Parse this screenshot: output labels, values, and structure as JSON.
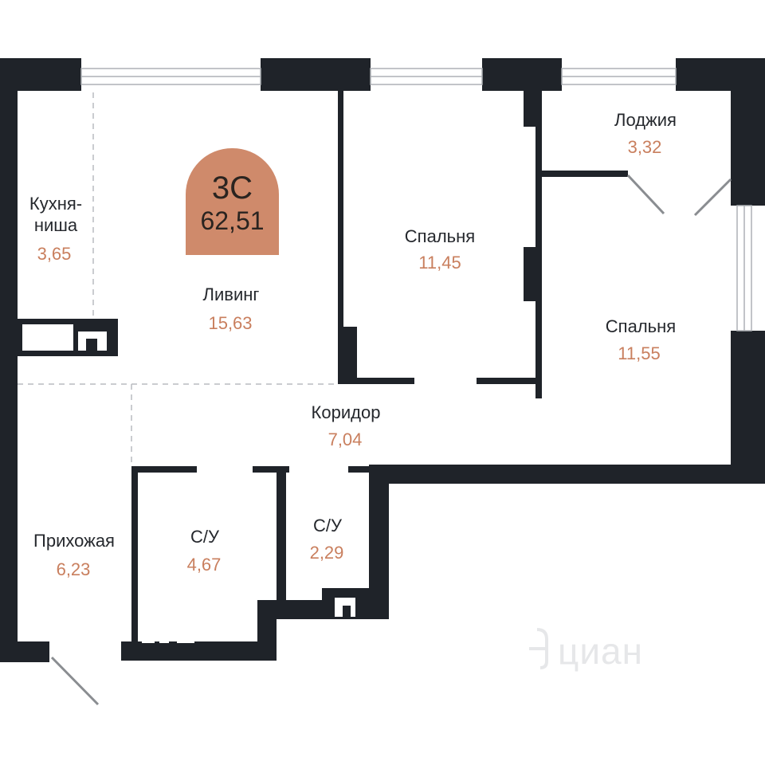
{
  "badge": {
    "type": "3С",
    "area": "62,51"
  },
  "rooms": {
    "kitchen": {
      "name_line1": "Кухня-",
      "name_line2": "ниша",
      "area": "3,65"
    },
    "living": {
      "name": "Ливинг",
      "area": "15,63"
    },
    "bedroom1": {
      "name": "Спальня",
      "area": "11,45"
    },
    "loggia": {
      "name": "Лоджия",
      "area": "3,32"
    },
    "bedroom2": {
      "name": "Спальня",
      "area": "11,55"
    },
    "corridor": {
      "name": "Коридор",
      "area": "7,04"
    },
    "hallway": {
      "name": "Прихожая",
      "area": "6,23"
    },
    "bath1": {
      "name": "С/У",
      "area": "4,67"
    },
    "bath2": {
      "name": "С/У",
      "area": "2,29"
    }
  },
  "watermark": {
    "text": "циан"
  },
  "colors": {
    "wall": "#1f2329",
    "badge": "#cf8a6b",
    "area_text": "#c97f5e"
  }
}
